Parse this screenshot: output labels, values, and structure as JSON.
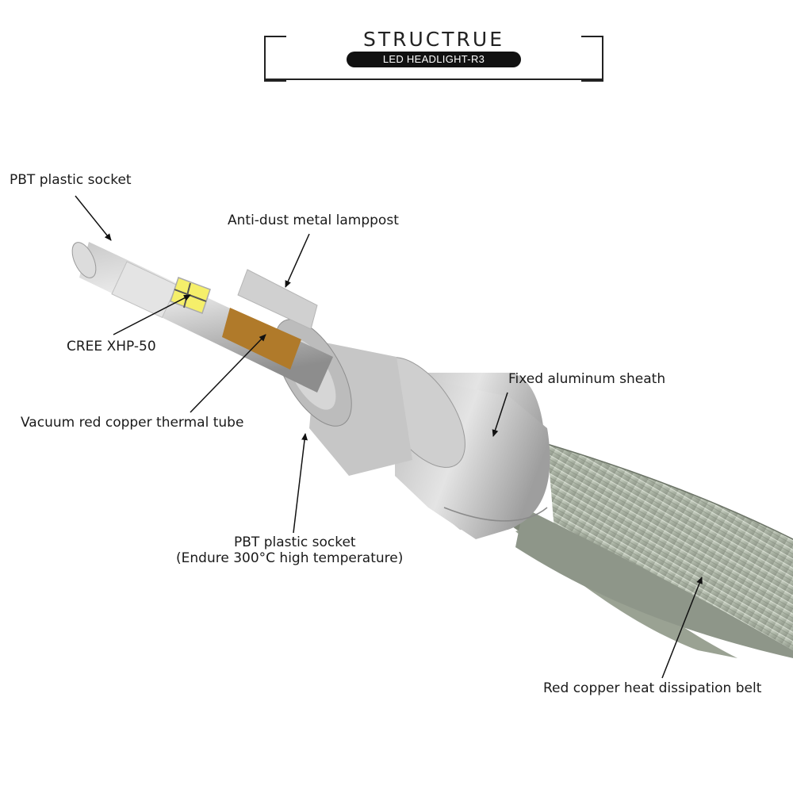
{
  "header": {
    "title": "STRUCTRUE",
    "subtitle": "LED HEADLIGHT-R3"
  },
  "labels": {
    "pbt_socket_top": "PBT plastic socket",
    "anti_dust": "Anti-dust metal lamppost",
    "cree": "CREE XHP-50",
    "vacuum_tube": "Vacuum red copper thermal tube",
    "fixed_sheath": "Fixed aluminum sheath",
    "pbt_socket_bottom_1": "PBT plastic socket",
    "pbt_socket_bottom_2": "(Endure 300°C high temperature)",
    "heat_belt": "Red copper heat dissipation belt"
  }
}
